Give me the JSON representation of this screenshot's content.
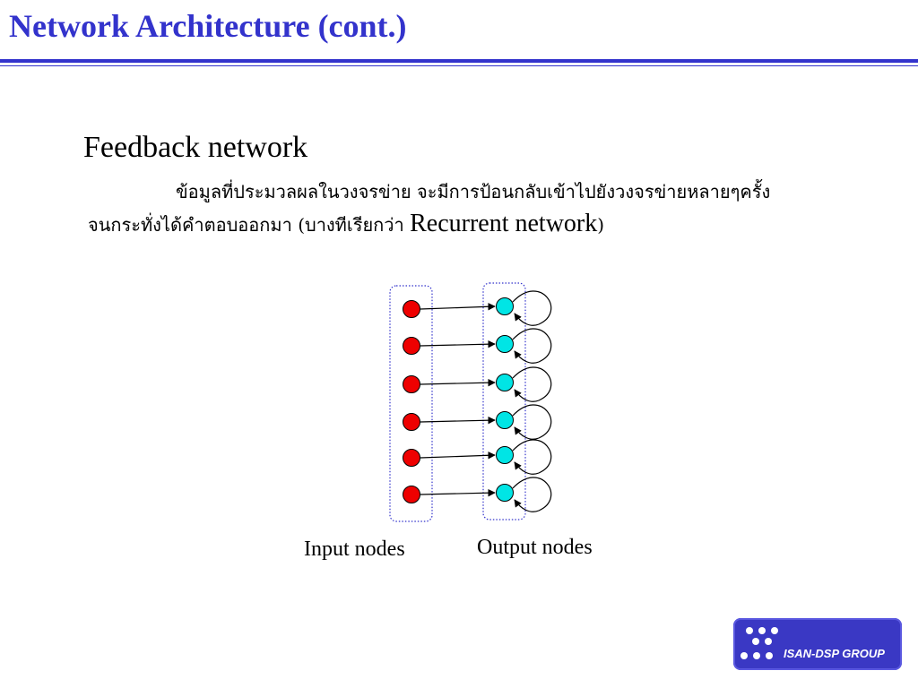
{
  "slide": {
    "title": "Network Architecture (cont.)",
    "heading": "Feedback network",
    "description_line1": "ข้อมูลที่ประมวลผลในวงจรข่าย จะมีการป้อนกลับเข้าไปยังวงจรข่ายหลายๆครั้ง",
    "description_line2_prefix": "จนกระทั่งได้คำตอบออกมา (บางทีเรียกว่า ",
    "description_line2_term": "Recurrent network",
    "description_line2_suffix": ")"
  },
  "diagram": {
    "node_count": 6,
    "input_label": "Input nodes",
    "output_label": "Output nodes",
    "colors": {
      "input_node": "#ee0000",
      "output_node": "#00e5e5",
      "group_border": "#3333cc",
      "edge": "#000000"
    }
  },
  "logo": {
    "text": "ISAN-DSP GROUP",
    "color": "#3a38c4"
  }
}
